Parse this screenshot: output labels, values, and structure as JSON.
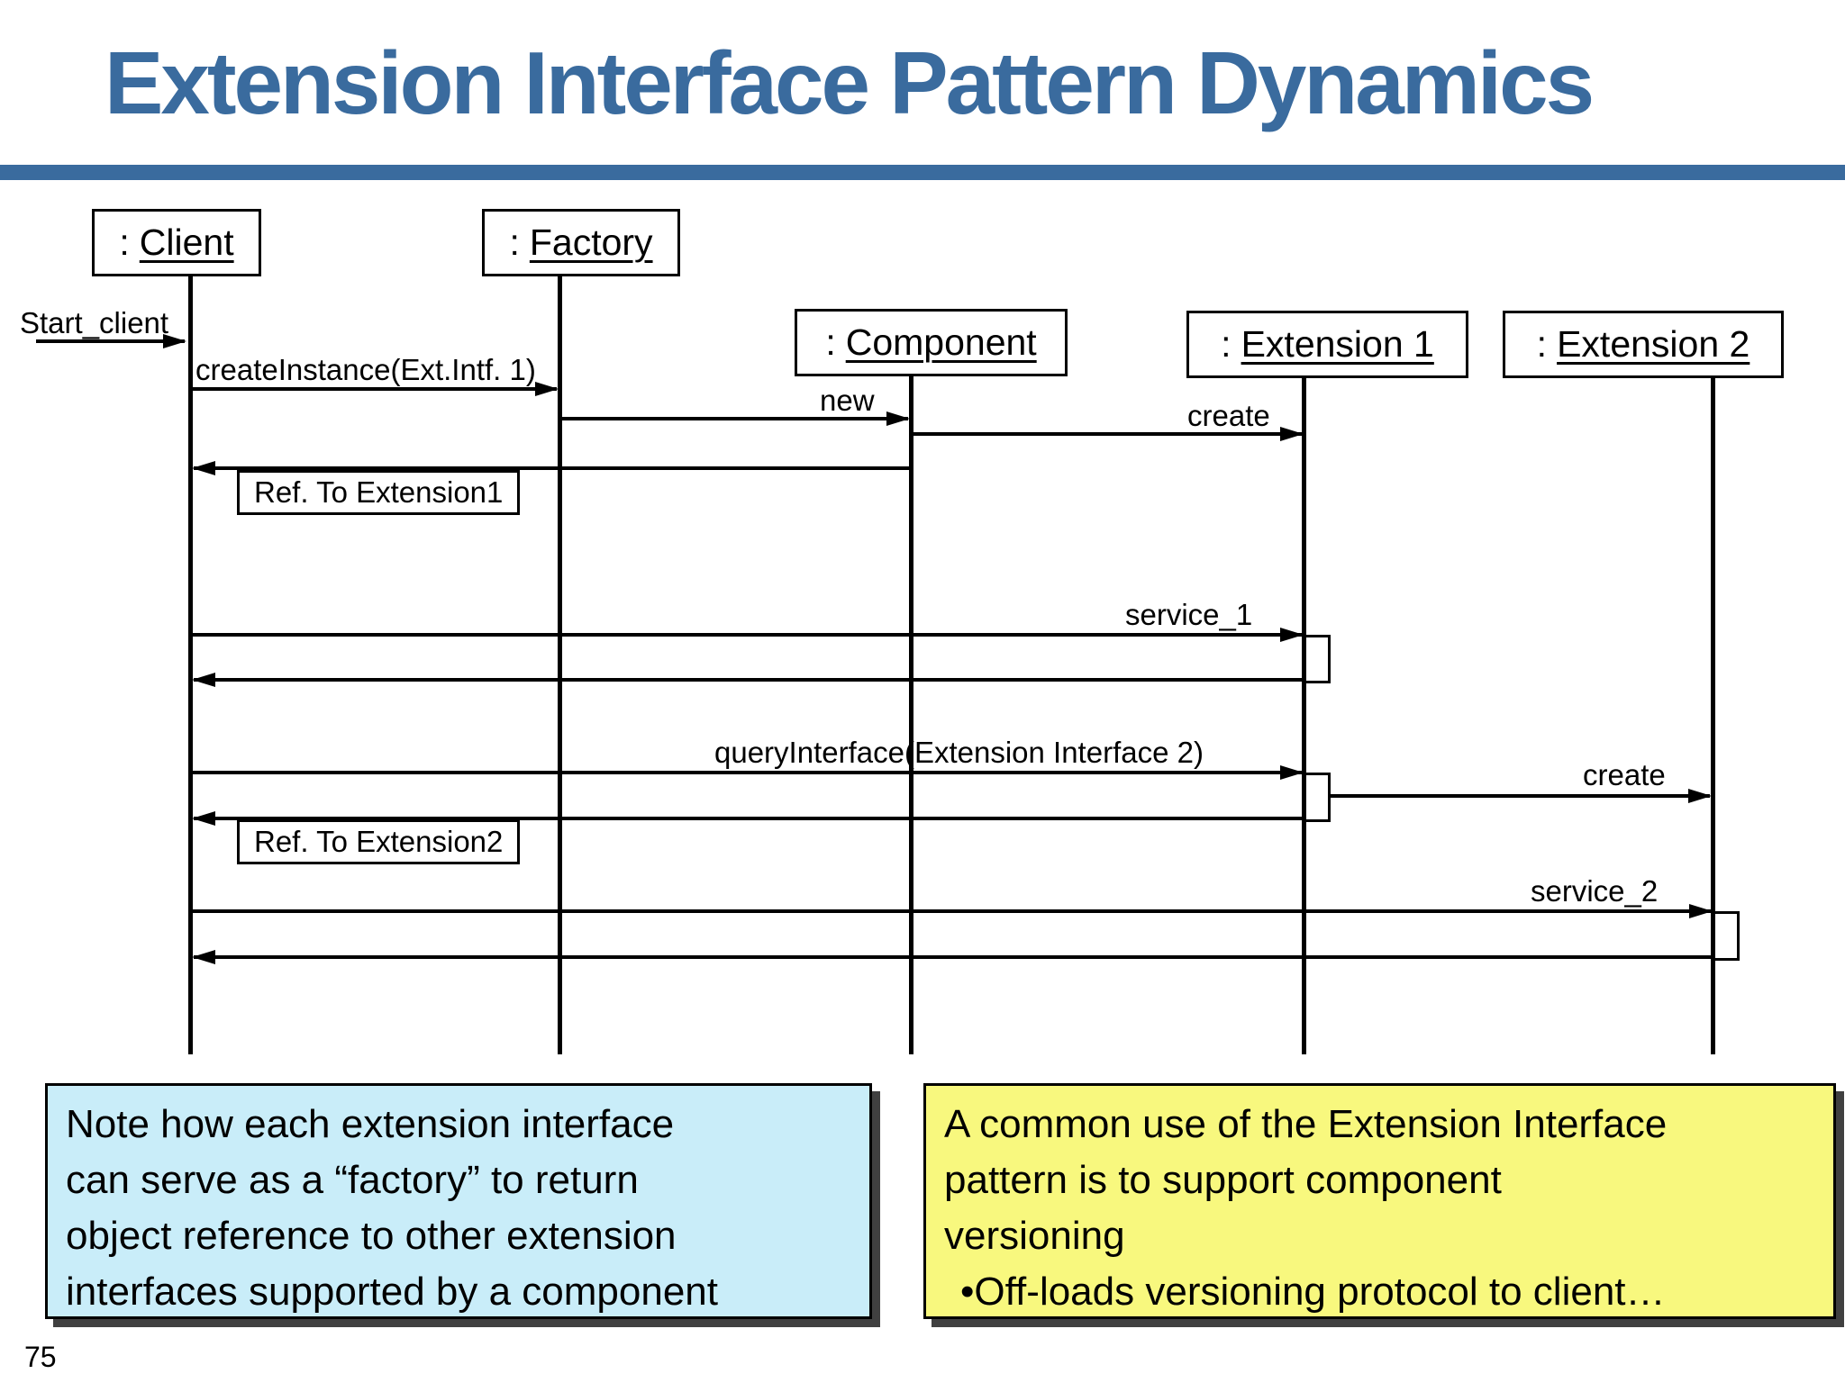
{
  "slide": {
    "title": "Extension Interface Pattern Dynamics",
    "page_number": "75"
  },
  "colors": {
    "accent": "#3A6B9E",
    "note_left_bg": "#C9EDF9",
    "note_right_bg": "#F8F87E"
  },
  "diagram": {
    "colon_prefix": ":",
    "lifelines": [
      {
        "name": "Client"
      },
      {
        "name": "Factory"
      },
      {
        "name": "Component"
      },
      {
        "name": "Extension 1"
      },
      {
        "name": "Extension 2"
      }
    ],
    "messages": {
      "start_client": "Start_client",
      "create_instance": "createInstance(Ext.Intf. 1)",
      "new_msg": "new",
      "create_1": "create",
      "ref_1": "Ref. To Extension1",
      "service_1": "service_1",
      "query_interface": "queryInterface(Extension Interface 2)",
      "create_2": "create",
      "ref_2": "Ref. To Extension2",
      "service_2": "service_2"
    }
  },
  "notes": {
    "left": {
      "lines": [
        "Note how each extension interface",
        "can serve as a “factory” to return",
        "object reference to other extension",
        "interfaces supported by a component"
      ]
    },
    "right": {
      "lines": [
        "A common use of the Extension Interface",
        "pattern is to support component",
        "versioning"
      ],
      "bullet_glyph": "•",
      "bullet": "Off-loads versioning protocol to client…"
    }
  }
}
